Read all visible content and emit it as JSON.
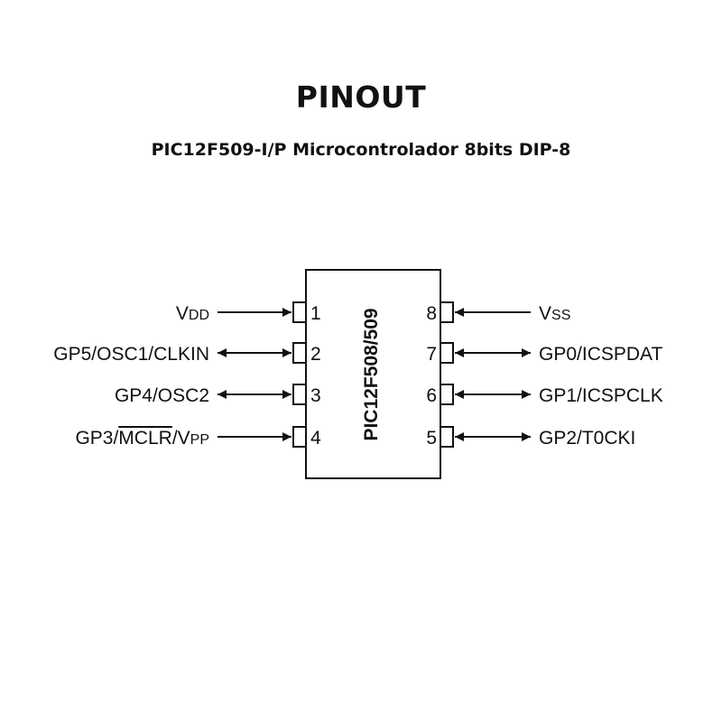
{
  "header": {
    "title": "PINOUT",
    "subtitle": "PIC12F509-I/P Microcontrolador 8bits DIP-8"
  },
  "chip": {
    "label": "PIC12F508/509"
  },
  "pins": {
    "p1": {
      "number": "1",
      "main": "V",
      "sub": "DD",
      "direction": "in"
    },
    "p2": {
      "number": "2",
      "main": "GP5/OSC1/CLKIN",
      "direction": "bidirectional"
    },
    "p3": {
      "number": "3",
      "main": "GP4/OSC2",
      "direction": "bidirectional"
    },
    "p4": {
      "number": "4",
      "prefix": "GP3/",
      "overline": "MCLR",
      "mid": "/V",
      "sub": "PP",
      "direction": "in"
    },
    "p5": {
      "number": "5",
      "main": "GP2/T0CKI",
      "direction": "bidirectional"
    },
    "p6": {
      "number": "6",
      "main": "GP1/ICSPCLK",
      "direction": "bidirectional"
    },
    "p7": {
      "number": "7",
      "main": "GP0/ICSPDAT",
      "direction": "bidirectional"
    },
    "p8": {
      "number": "8",
      "main": "V",
      "sub": "SS",
      "direction": "in"
    }
  }
}
